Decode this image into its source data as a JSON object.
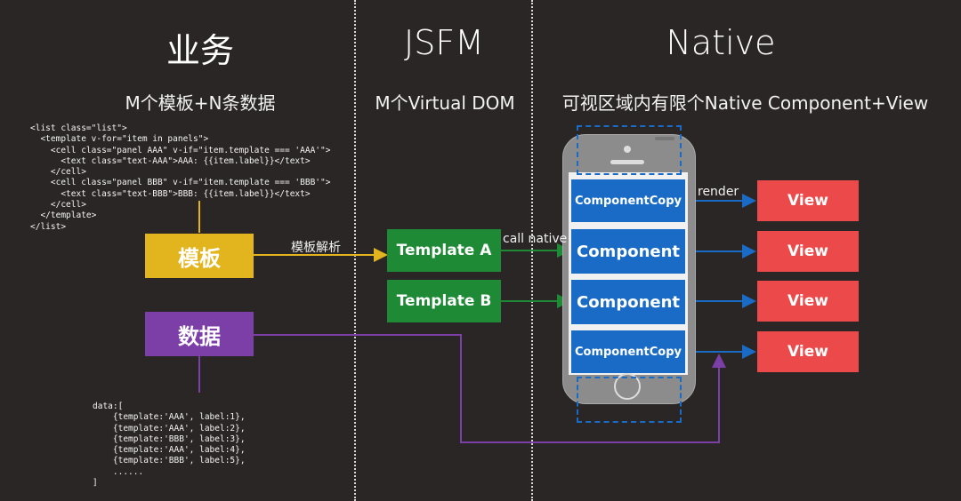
{
  "columns": {
    "business": {
      "title": "业务",
      "subtitle": "M个模板+N条数据"
    },
    "jsfm": {
      "title": "JSFM",
      "subtitle": "M个Virtual DOM"
    },
    "native": {
      "title": "Native",
      "subtitle": "可视区域内有限个Native Component+View"
    }
  },
  "template_code": "<list class=\"list\">\n  <template v-for=\"item in panels\">\n    <cell class=\"panel AAA\" v-if=\"item.template === 'AAA'\">\n      <text class=\"text-AAA\">AAA: {{item.label}}</text>\n    </cell>\n    <cell class=\"panel BBB\" v-if=\"item.template === 'BBB'\">\n      <text class=\"text-BBB\">BBB: {{item.label}}</text>\n    </cell>\n  </template>\n</list>",
  "data_code": "data:[\n    {template:'AAA', label:1},\n    {template:'AAA', label:2},\n    {template:'BBB', label:3},\n    {template:'AAA', label:4},\n    {template:'BBB', label:5},\n    ......\n]",
  "boxes": {
    "template_box": "模板",
    "data_box": "数据",
    "template_a": "Template A",
    "template_b": "Template B"
  },
  "components": [
    "ComponentCopy",
    "Component",
    "Component",
    "ComponentCopy"
  ],
  "views": [
    "View",
    "View",
    "View",
    "View"
  ],
  "edge_labels": {
    "parse": "模板解析",
    "call_native": "call native",
    "render": "render"
  },
  "colors": {
    "background": "#2b2626",
    "yellow": "#e2b41e",
    "purple": "#7c3fa7",
    "green": "#1f8a36",
    "blue": "#1a6bc6",
    "red": "#ec4a4a"
  }
}
